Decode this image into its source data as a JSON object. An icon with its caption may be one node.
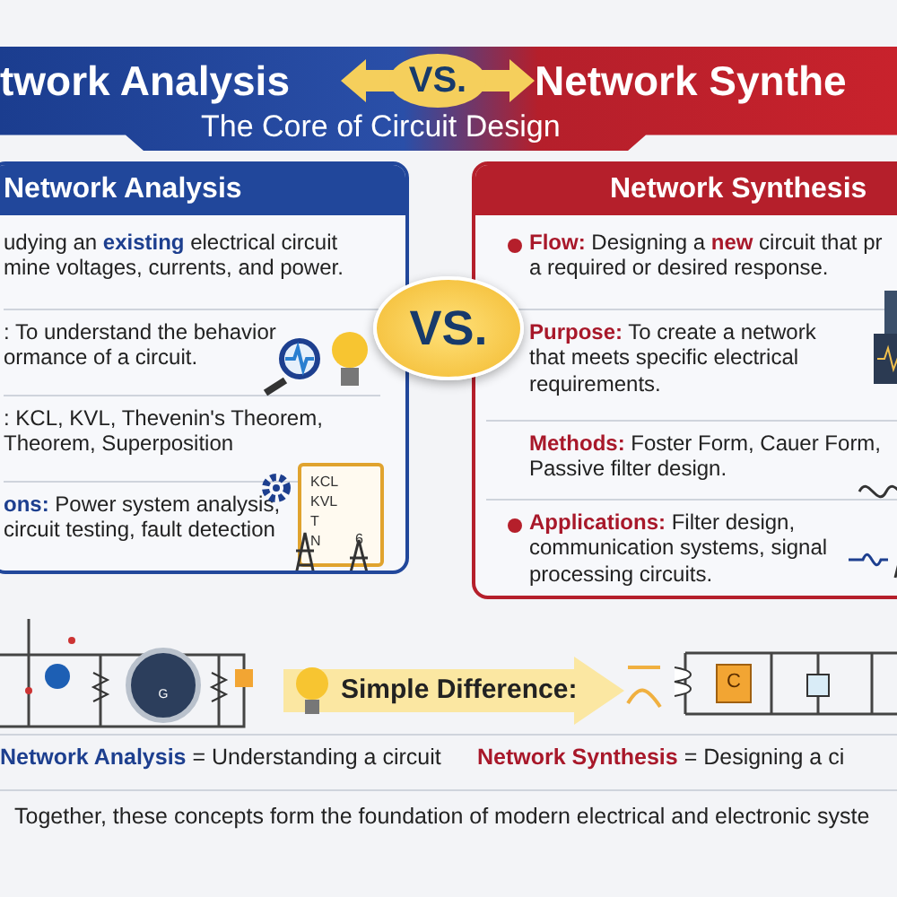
{
  "diagram": {
    "caption": "Together, these concepts form the foundation of modern electrical and electronic syste",
    "nodes": [
      {
        "text": [
          "twork Analysis",
          "Network Synthe",
          "The Core of Circuit Design"
        ]
      },
      {
        "text": [
          "VS."
        ],
        "in": 0
      },
      {
        "text": [
          "Network Analysis",
          "udying an **existing** electrical circuit mine voltages, currents, and power.",
          ": To understand the behavior ormance of a circuit.",
          ": KCL, KVL, Thevenin's Theorem, Theorem, Superposition",
          "**ons:** Power system analysis, circuit testing, fault detection"
        ]
      },
      {
        "text": [
          "Network Synthesis",
          "**Flow:** Designing a **new** circuit that pr a required or desired response.",
          "**Purpose:** To create a network that meets specific electrical requirements.",
          "**Methods:** Foster Form, Cauer Form, Passive filter design.",
          "**Applications:** Filter design, communication systems, signal processing circuits."
        ]
      },
      {
        "text": [
          "VS."
        ]
      },
      {
        "text": [
          "Simple Difference:"
        ]
      }
    ],
    "labels": [
      "KCL",
      "KVL",
      "T",
      "N",
      "6",
      "G",
      "C",
      "**Network Analysis** = Understanding a circuit",
      "**Network Synthesis** = Designing a ci"
    ]
  }
}
